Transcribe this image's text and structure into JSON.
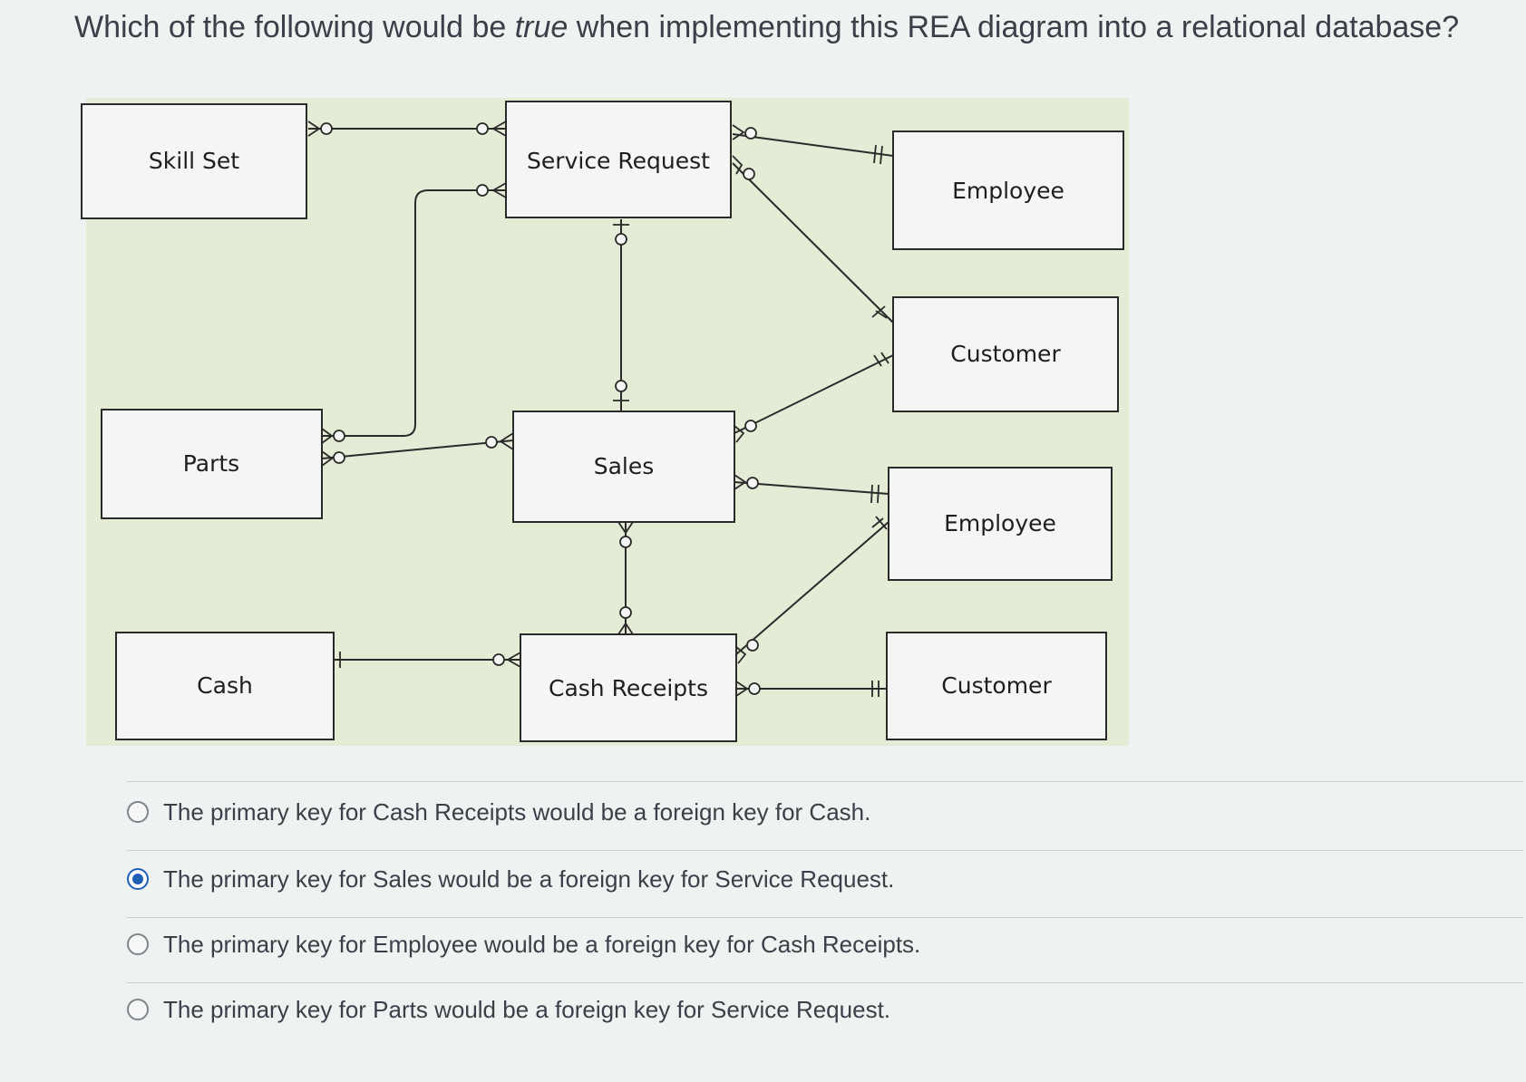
{
  "question": {
    "part1": "Which of the following would be true when implementing this REA diagram into a relational database?",
    "part1_prefix": "Which of the following would be ",
    "part1_em": "true",
    "part1_suffix": " when implementing this REA diagram into a relational database?"
  },
  "diagram": {
    "entities": [
      {
        "id": "skill-set",
        "label": "Skill Set"
      },
      {
        "id": "service-request",
        "label": "Service Request"
      },
      {
        "id": "employee-1",
        "label": "Employee"
      },
      {
        "id": "customer-1",
        "label": "Customer"
      },
      {
        "id": "parts",
        "label": "Parts"
      },
      {
        "id": "sales",
        "label": "Sales"
      },
      {
        "id": "employee-2",
        "label": "Employee"
      },
      {
        "id": "cash",
        "label": "Cash"
      },
      {
        "id": "cash-receipts",
        "label": "Cash Receipts"
      },
      {
        "id": "customer-2",
        "label": "Customer"
      }
    ]
  },
  "options": [
    {
      "text": "The primary key for Cash Receipts would be a foreign key for Cash.",
      "selected": false
    },
    {
      "text": "The primary key for Sales would be a foreign key for Service Request.",
      "selected": true
    },
    {
      "text": "The primary key for Employee would be a foreign key for Cash Receipts.",
      "selected": false
    },
    {
      "text": "The primary key for Parts would be a foreign key for Service Request.",
      "selected": false
    }
  ],
  "colors": {
    "selected_radio": "#1f5fb8",
    "text": "#3a3f48"
  }
}
